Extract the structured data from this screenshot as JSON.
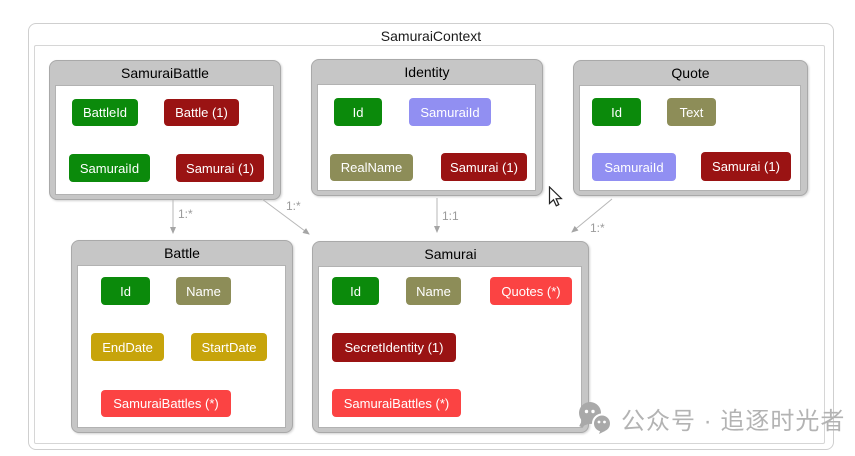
{
  "diagram": {
    "title": "SamuraiContext",
    "entities": [
      {
        "name": "SamuraiBattle",
        "fields": [
          {
            "label": "BattleId",
            "type": "pk"
          },
          {
            "label": "Battle (1)",
            "type": "ref"
          },
          {
            "label": "SamuraiId",
            "type": "pk"
          },
          {
            "label": "Samurai (1)",
            "type": "ref"
          }
        ]
      },
      {
        "name": "Identity",
        "fields": [
          {
            "label": "Id",
            "type": "pk"
          },
          {
            "label": "SamuraiId",
            "type": "fk"
          },
          {
            "label": "RealName",
            "type": "str"
          },
          {
            "label": "Samurai (1)",
            "type": "ref"
          }
        ]
      },
      {
        "name": "Quote",
        "fields": [
          {
            "label": "Id",
            "type": "pk"
          },
          {
            "label": "Text",
            "type": "str"
          },
          {
            "label": "SamuraiId",
            "type": "fk"
          },
          {
            "label": "Samurai (1)",
            "type": "ref"
          }
        ]
      },
      {
        "name": "Battle",
        "fields": [
          {
            "label": "Id",
            "type": "pk"
          },
          {
            "label": "Name",
            "type": "str"
          },
          {
            "label": "EndDate",
            "type": "date"
          },
          {
            "label": "StartDate",
            "type": "date"
          },
          {
            "label": "SamuraiBattles (*)",
            "type": "col"
          }
        ]
      },
      {
        "name": "Samurai",
        "fields": [
          {
            "label": "Id",
            "type": "pk"
          },
          {
            "label": "Name",
            "type": "str"
          },
          {
            "label": "Quotes (*)",
            "type": "col"
          },
          {
            "label": "SecretIdentity (1)",
            "type": "ref"
          },
          {
            "label": "SamuraiBattles (*)",
            "type": "col"
          }
        ]
      }
    ],
    "relationships": [
      {
        "from": "SamuraiBattle",
        "to": "Battle",
        "label": "1:*"
      },
      {
        "from": "SamuraiBattle",
        "to": "Samurai",
        "label": "1:*"
      },
      {
        "from": "Identity",
        "to": "Samurai",
        "label": "1:1"
      },
      {
        "from": "Quote",
        "to": "Samurai",
        "label": "1:*"
      }
    ],
    "colors": {
      "primary_key": "#0b8a0b",
      "foreign_key": "#918ff2",
      "string_property": "#8d8d58",
      "date_property": "#c7a40b",
      "reference_navigation": "#9a1313",
      "collection_navigation": "#fb4343",
      "entity_header": "#c6c6c6",
      "connector": "#b0b0b0"
    },
    "watermark": {
      "text": "公众号 · 追逐时光者"
    }
  }
}
